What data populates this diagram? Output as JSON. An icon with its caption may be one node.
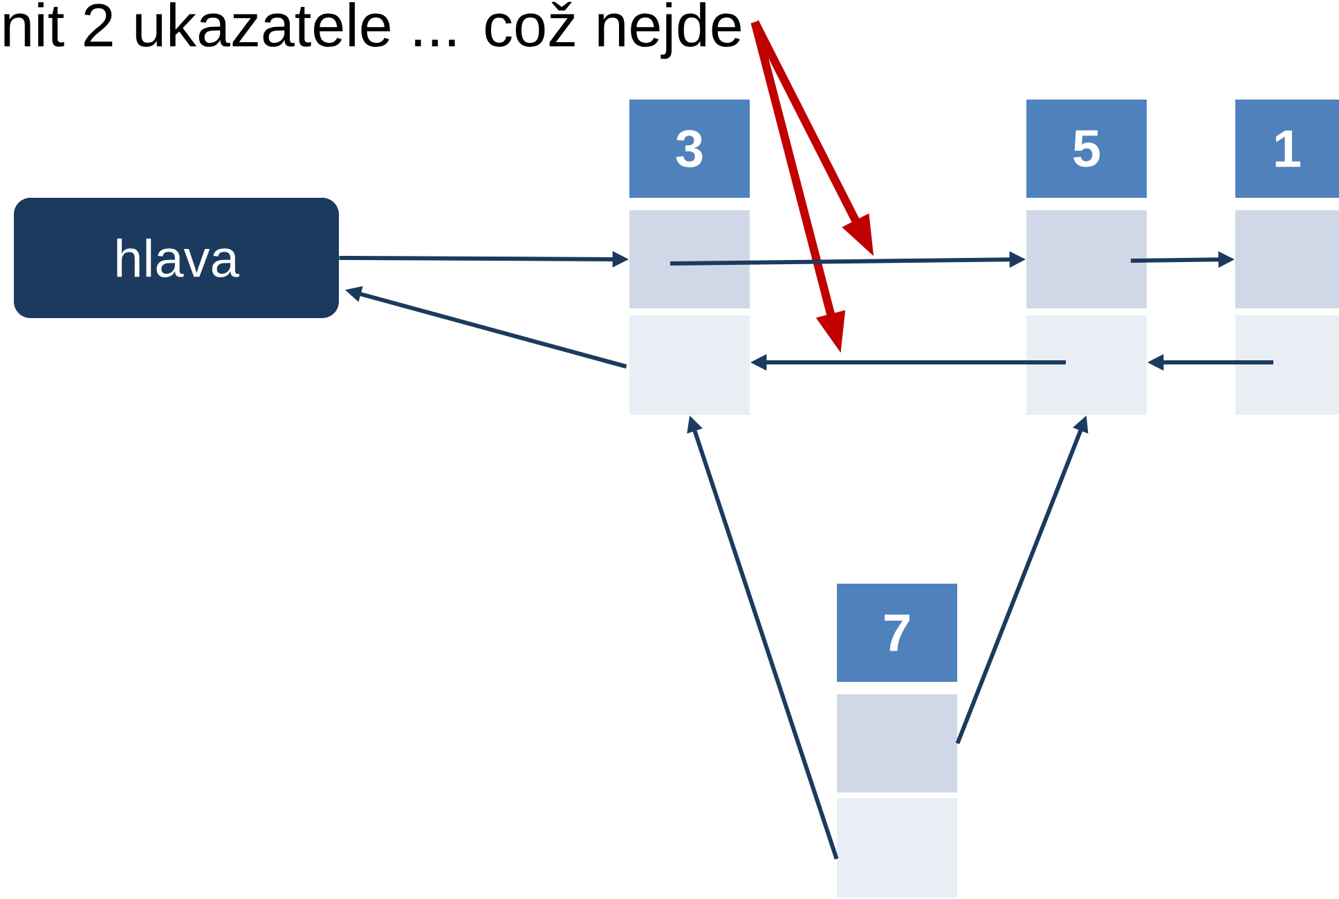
{
  "diagram": {
    "nodes": [
      {
        "text": [
          "nit 2 ukazatele ... což nejde"
        ]
      },
      {
        "text": [
          "hlava"
        ]
      },
      {
        "text": [
          "3"
        ]
      },
      {
        "text": [],
        "shape": "box"
      },
      {
        "text": [],
        "shape": "box"
      },
      {
        "text": [
          "5"
        ]
      },
      {
        "text": [],
        "shape": "box"
      },
      {
        "text": [],
        "shape": "box"
      },
      {
        "text": [
          "1"
        ]
      },
      {
        "text": [],
        "shape": "box"
      },
      {
        "text": [],
        "shape": "box"
      },
      {
        "text": [
          "7"
        ]
      },
      {
        "text": [],
        "shape": "box"
      },
      {
        "text": [],
        "shape": "box"
      }
    ],
    "edges": [
      {
        "from": 0,
        "to": null,
        "arrow": "to",
        "style": "thick",
        "color": "#c00000"
      },
      {
        "from": 0,
        "to": null,
        "arrow": "to",
        "style": "thick",
        "color": "#c00000"
      },
      {
        "from": 1,
        "to": 3,
        "arrow": "to"
      },
      {
        "from": 3,
        "to": 6,
        "arrow": "to"
      },
      {
        "from": 6,
        "to": 9,
        "arrow": "to"
      },
      {
        "from": 10,
        "to": 7,
        "arrow": "to"
      },
      {
        "from": 7,
        "to": 4,
        "arrow": "to"
      },
      {
        "from": 4,
        "to": 1,
        "arrow": "to"
      },
      {
        "from": 13,
        "to": 4,
        "arrow": "to"
      },
      {
        "from": 12,
        "to": 7,
        "arrow": "to"
      }
    ]
  }
}
